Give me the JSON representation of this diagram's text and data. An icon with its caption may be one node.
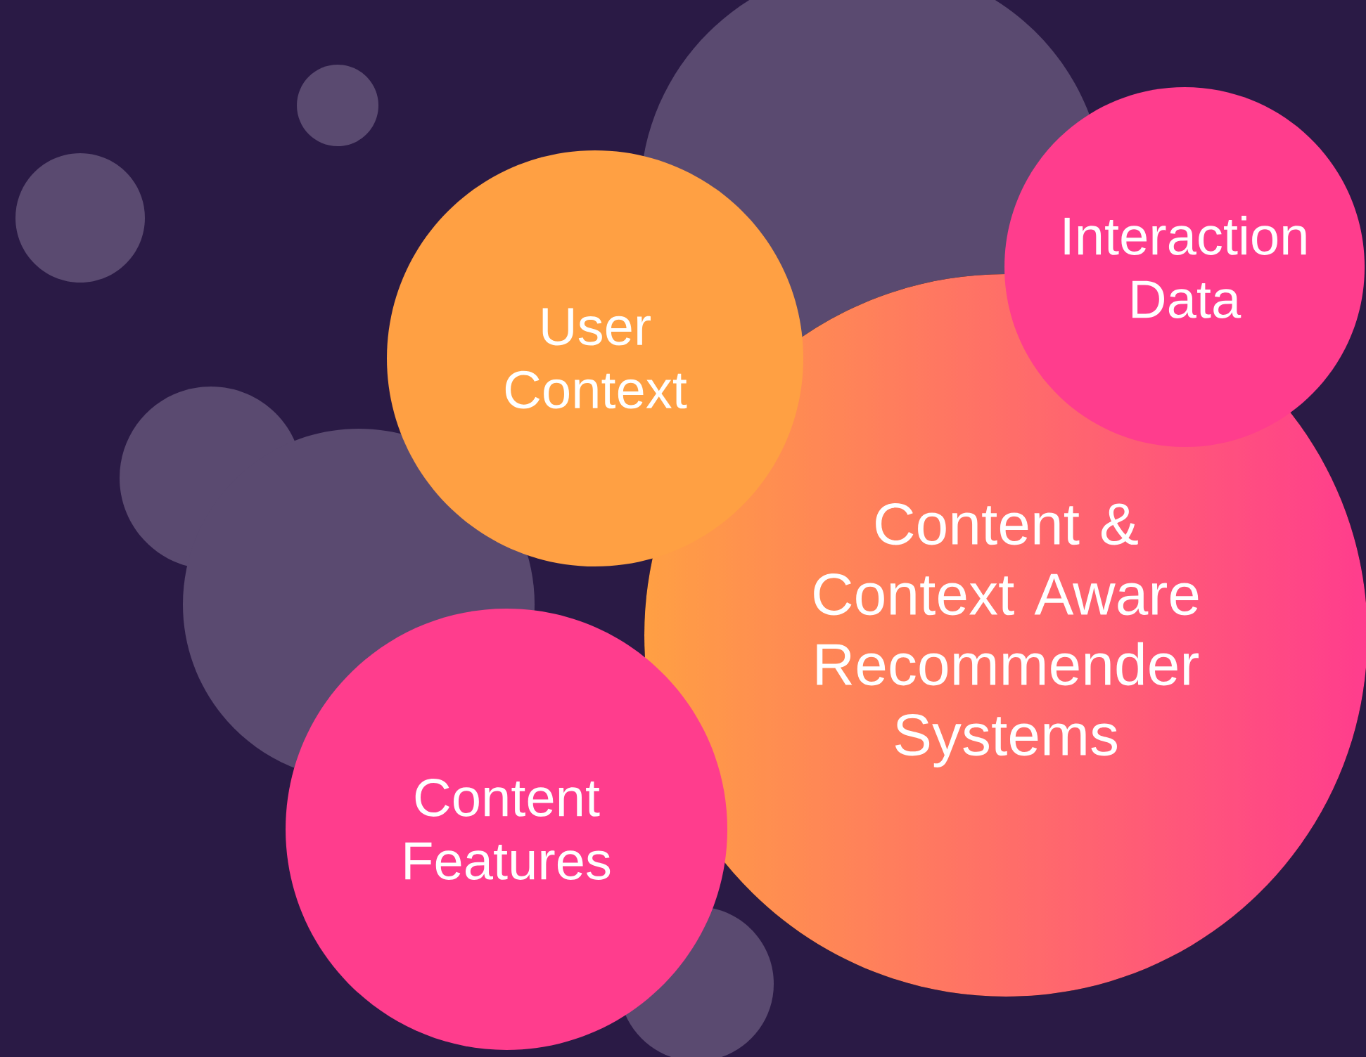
{
  "diagram": {
    "nodes": [
      {
        "text": [
          "User Context"
        ]
      },
      {
        "text": [
          "Interaction Data"
        ]
      },
      {
        "text": [
          "Content & Context Aware Recommender Systems"
        ]
      },
      {
        "text": [
          "Content Features"
        ]
      }
    ]
  }
}
